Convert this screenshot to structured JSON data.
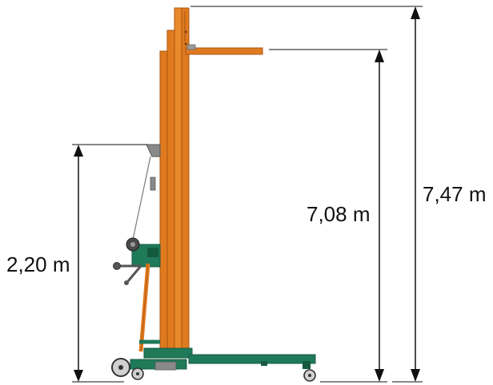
{
  "dimensions": {
    "min_height": "2,20 m",
    "platform_height": "7,08 m",
    "max_height": "7,47 m"
  },
  "colors": {
    "mast": "#e07a1f",
    "mast_dark": "#a9560f",
    "base": "#1f7a5a",
    "base_dark": "#145a40",
    "gray": "#9a9a9a",
    "dim_line": "#111111"
  }
}
